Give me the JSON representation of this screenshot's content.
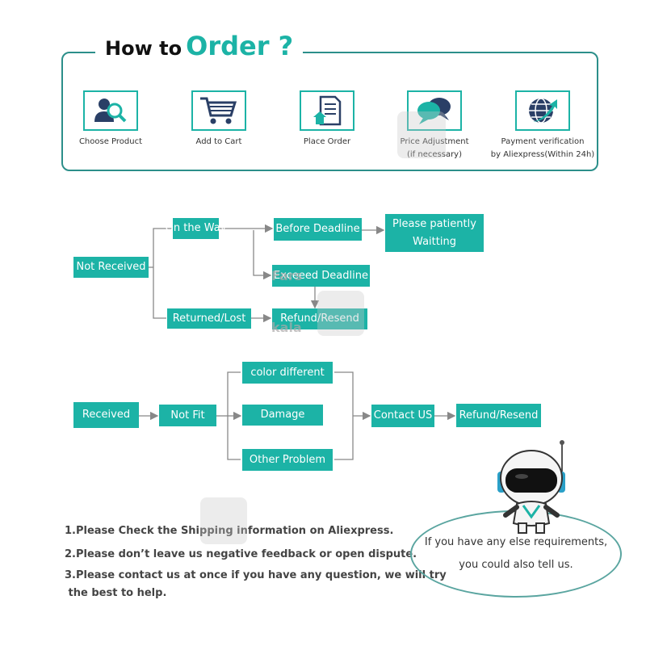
{
  "header": {
    "title_small": "How to",
    "title_big": "Order ?"
  },
  "steps": [
    {
      "label": "Choose  Product",
      "icon": "search-user-icon"
    },
    {
      "label": "Add to Cart",
      "icon": "cart-icon"
    },
    {
      "label": "Place  Order",
      "icon": "order-document-icon"
    },
    {
      "label": "Price Adjustment",
      "label2": "(if necessary)",
      "icon": "chat-bubbles-icon"
    },
    {
      "label": "Payment verification",
      "label2": "by Aliexpress(Within 24h)",
      "icon": "globe-arrow-icon"
    }
  ],
  "flow_not_received": {
    "not_received": "Not Received",
    "on_the_way": "On the Way",
    "before_deadline": "Before Deadline",
    "please_patiently_1": "Please patiently",
    "please_patiently_2": "Waitting",
    "exceed_deadline": "Exceeed Deadline",
    "returned_lost": "Returned/Lost",
    "refund_resend": "Refund/Resend"
  },
  "flow_received": {
    "received": "Received",
    "not_fit": "Not Fit",
    "color_different": "color different",
    "damage": "Damage",
    "other_problem": "Other Problem",
    "contact_us": "Contact US",
    "refund_resend": "Refund/Resend"
  },
  "notes": [
    "1.Please Check the Shipping information on Aliexpress.",
    "2.Please don’t leave us negative feedback or open dispute.",
    "3.Please contact us at once if you have any question, we will try",
    " the best to help."
  ],
  "bubble": {
    "line1": "If you have any else requirements,",
    "line2": "you could also tell us."
  },
  "watermark": {
    "line1": "Fars",
    "line2": "kala"
  },
  "colors": {
    "accent": "#1cb3a6",
    "border": "#2c8f8a"
  }
}
